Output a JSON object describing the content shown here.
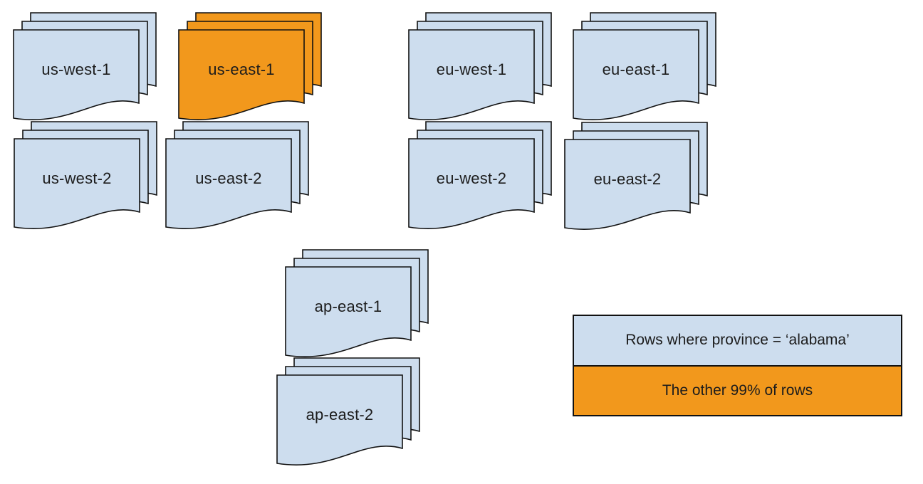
{
  "colors": {
    "blue": "#cdddee",
    "orange": "#f2981c",
    "stroke": "#111111",
    "text": "#1c1c1c",
    "background": "#ffffff"
  },
  "stacks": [
    {
      "label": "us-west-1",
      "color": "blue"
    },
    {
      "label": "us-east-1",
      "color": "orange"
    },
    {
      "label": "eu-west-1",
      "color": "blue"
    },
    {
      "label": "eu-east-1",
      "color": "blue"
    },
    {
      "label": "us-west-2",
      "color": "blue"
    },
    {
      "label": "us-east-2",
      "color": "blue"
    },
    {
      "label": "eu-west-2",
      "color": "blue"
    },
    {
      "label": "eu-east-2",
      "color": "blue"
    },
    {
      "label": "ap-east-1",
      "color": "blue"
    },
    {
      "label": "ap-east-2",
      "color": "blue"
    }
  ],
  "legend": {
    "items": [
      {
        "label": "Rows where province = ‘alabama’",
        "color": "#cdddee"
      },
      {
        "label": "The other 99% of rows",
        "color": "#f2981c"
      }
    ]
  }
}
